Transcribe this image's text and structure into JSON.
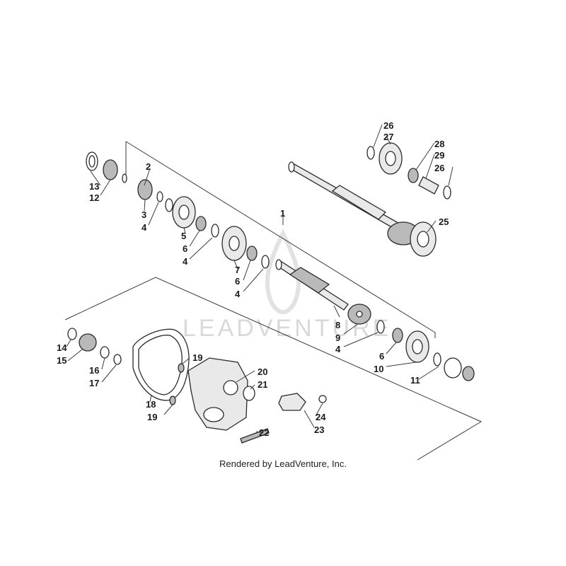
{
  "watermark": {
    "text": "LEADVENTURE"
  },
  "credit": "Rendered by LeadVenture, Inc.",
  "labels": [
    "1",
    "2",
    "3",
    "4",
    "4",
    "4",
    "4",
    "5",
    "6",
    "6",
    "6",
    "7",
    "8",
    "9",
    "10",
    "11",
    "12",
    "13",
    "14",
    "15",
    "16",
    "17",
    "18",
    "19",
    "19",
    "20",
    "21",
    "22",
    "23",
    "24",
    "25",
    "26",
    "26",
    "27",
    "28",
    "29"
  ]
}
